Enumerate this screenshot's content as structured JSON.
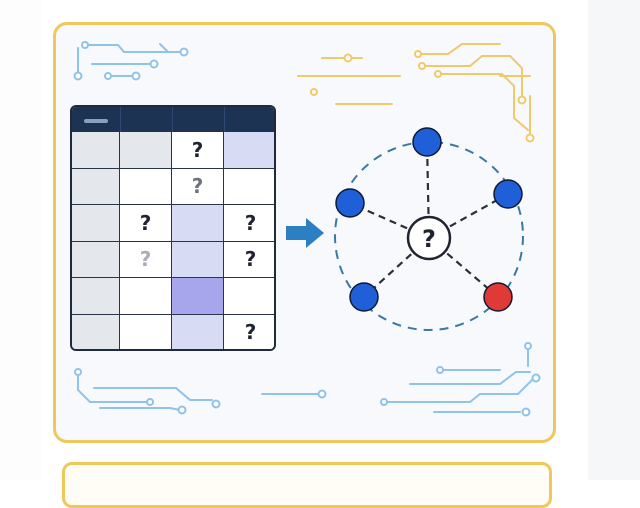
{
  "grid": {
    "columns": 4,
    "rows": 6,
    "cells": [
      {
        "r": 0,
        "c": 0,
        "fill": "#e4e7eb",
        "text": ""
      },
      {
        "r": 0,
        "c": 1,
        "fill": "#e4e7eb",
        "text": ""
      },
      {
        "r": 0,
        "c": 2,
        "fill": "#ffffff",
        "text": "?",
        "tone": "dark"
      },
      {
        "r": 0,
        "c": 3,
        "fill": "#d7dcf4",
        "text": ""
      },
      {
        "r": 1,
        "c": 0,
        "fill": "#e4e7eb",
        "text": ""
      },
      {
        "r": 1,
        "c": 1,
        "fill": "#ffffff",
        "text": ""
      },
      {
        "r": 1,
        "c": 2,
        "fill": "#ffffff",
        "text": "?",
        "tone": "mid"
      },
      {
        "r": 1,
        "c": 3,
        "fill": "#ffffff",
        "text": ""
      },
      {
        "r": 2,
        "c": 0,
        "fill": "#e4e7eb",
        "text": ""
      },
      {
        "r": 2,
        "c": 1,
        "fill": "#ffffff",
        "text": "?",
        "tone": "dark"
      },
      {
        "r": 2,
        "c": 2,
        "fill": "#d7dcf4",
        "text": ""
      },
      {
        "r": 2,
        "c": 3,
        "fill": "#ffffff",
        "text": "?",
        "tone": "dark"
      },
      {
        "r": 3,
        "c": 0,
        "fill": "#e4e7eb",
        "text": ""
      },
      {
        "r": 3,
        "c": 1,
        "fill": "#ffffff",
        "text": "?",
        "tone": "faint"
      },
      {
        "r": 3,
        "c": 2,
        "fill": "#d7dcf4",
        "text": ""
      },
      {
        "r": 3,
        "c": 3,
        "fill": "#ffffff",
        "text": "?",
        "tone": "dark"
      },
      {
        "r": 4,
        "c": 0,
        "fill": "#e4e7eb",
        "text": ""
      },
      {
        "r": 4,
        "c": 1,
        "fill": "#ffffff",
        "text": ""
      },
      {
        "r": 4,
        "c": 2,
        "fill": "#a7a6ec",
        "text": ""
      },
      {
        "r": 4,
        "c": 3,
        "fill": "#ffffff",
        "text": ""
      },
      {
        "r": 5,
        "c": 0,
        "fill": "#e4e7eb",
        "text": ""
      },
      {
        "r": 5,
        "c": 1,
        "fill": "#ffffff",
        "text": ""
      },
      {
        "r": 5,
        "c": 2,
        "fill": "#d7dcf4",
        "text": ""
      },
      {
        "r": 5,
        "c": 3,
        "fill": "#ffffff",
        "text": "?",
        "tone": "dark"
      }
    ]
  },
  "network": {
    "center_label": "?",
    "nodes": [
      {
        "name": "node-top",
        "color": "#1f5fd8"
      },
      {
        "name": "node-upper-left",
        "color": "#1f5fd8"
      },
      {
        "name": "node-upper-right",
        "color": "#1f5fd8"
      },
      {
        "name": "node-lower-left",
        "color": "#1f5fd8"
      },
      {
        "name": "node-lower-right",
        "color": "#e03a36"
      }
    ]
  },
  "colors": {
    "frame": "#f0c75a",
    "arrow": "#2d7fc4",
    "circuit_blue": "#8fc3ea",
    "circuit_gold": "#f2c96a",
    "ring": "#3a7aa0",
    "grid_header": "#1d3354"
  }
}
